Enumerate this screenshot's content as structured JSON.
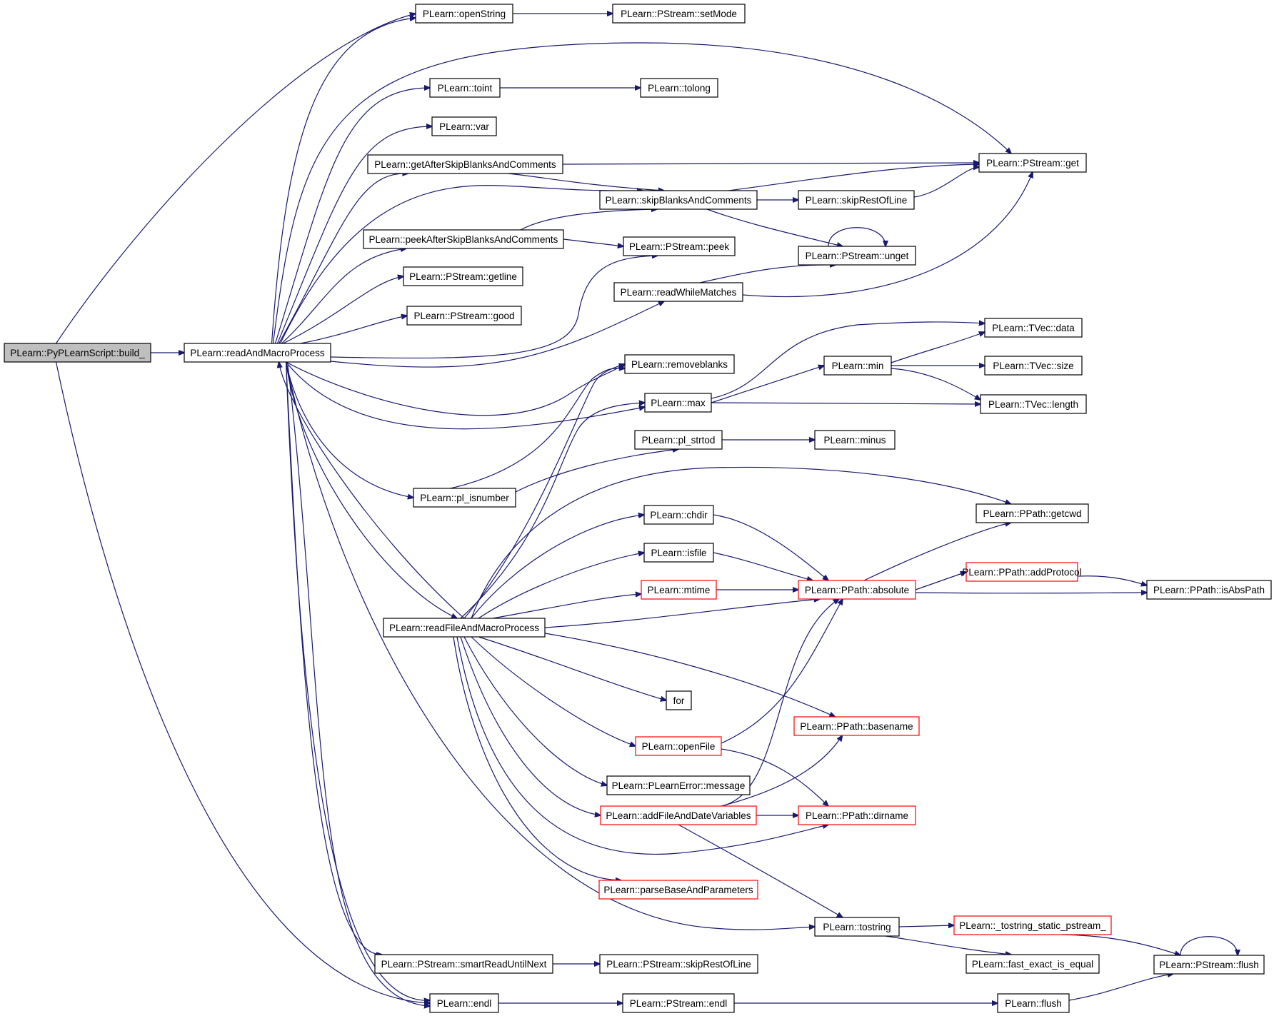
{
  "colors": {
    "edge": "#191970",
    "border": "#000000",
    "highlight_border": "#ff0000",
    "root_fill": "#bfbfbf"
  },
  "nodes": [
    {
      "id": "build",
      "label": "PLearn::PyPLearnScript::build_",
      "root": true
    },
    {
      "id": "rAMP",
      "label": "PLearn::readAndMacroProcess"
    },
    {
      "id": "openString",
      "label": "PLearn::openString"
    },
    {
      "id": "setMode",
      "label": "PLearn::PStream::setMode"
    },
    {
      "id": "toint",
      "label": "PLearn::toint"
    },
    {
      "id": "tolong",
      "label": "PLearn::tolong"
    },
    {
      "id": "var",
      "label": "PLearn::var"
    },
    {
      "id": "getASB",
      "label": "PLearn::getAfterSkipBlanksAndComments"
    },
    {
      "id": "get",
      "label": "PLearn::PStream::get"
    },
    {
      "id": "skipBC",
      "label": "PLearn::skipBlanksAndComments"
    },
    {
      "id": "skipROL",
      "label": "PLearn::skipRestOfLine"
    },
    {
      "id": "peekASB",
      "label": "PLearn::peekAfterSkipBlanksAndComments"
    },
    {
      "id": "peek",
      "label": "PLearn::PStream::peek"
    },
    {
      "id": "unget",
      "label": "PLearn::PStream::unget"
    },
    {
      "id": "getline",
      "label": "PLearn::PStream::getline"
    },
    {
      "id": "readWM",
      "label": "PLearn::readWhileMatches"
    },
    {
      "id": "good",
      "label": "PLearn::PStream::good"
    },
    {
      "id": "tdata",
      "label": "PLearn::TVec::data"
    },
    {
      "id": "removeblanks",
      "label": "PLearn::removeblanks"
    },
    {
      "id": "min",
      "label": "PLearn::min"
    },
    {
      "id": "tsize",
      "label": "PLearn::TVec::size"
    },
    {
      "id": "max",
      "label": "PLearn::max"
    },
    {
      "id": "tlength",
      "label": "PLearn::TVec::length"
    },
    {
      "id": "strtod",
      "label": "PLearn::pl_strtod"
    },
    {
      "id": "minus",
      "label": "PLearn::minus"
    },
    {
      "id": "isnumber",
      "label": "PLearn::pl_isnumber"
    },
    {
      "id": "getcwd",
      "label": "PLearn::PPath::getcwd"
    },
    {
      "id": "chdir",
      "label": "PLearn::chdir"
    },
    {
      "id": "isfile",
      "label": "PLearn::isfile"
    },
    {
      "id": "addProtocol",
      "label": "PLearn::PPath::addProtocol",
      "red": true
    },
    {
      "id": "mtime",
      "label": "PLearn::mtime",
      "red": true
    },
    {
      "id": "absolute",
      "label": "PLearn::PPath::absolute",
      "red": true
    },
    {
      "id": "isAbsPath",
      "label": "PLearn::PPath::isAbsPath"
    },
    {
      "id": "rFAMP",
      "label": "PLearn::readFileAndMacroProcess"
    },
    {
      "id": "for",
      "label": "for"
    },
    {
      "id": "basename",
      "label": "PLearn::PPath::basename",
      "red": true
    },
    {
      "id": "openFile",
      "label": "PLearn::openFile",
      "red": true
    },
    {
      "id": "message",
      "label": "PLearn::PLearnError::message"
    },
    {
      "id": "addFDV",
      "label": "PLearn::addFileAndDateVariables",
      "red": true
    },
    {
      "id": "dirname",
      "label": "PLearn::PPath::dirname",
      "red": true
    },
    {
      "id": "parseBP",
      "label": "PLearn::parseBaseAndParameters",
      "red": true
    },
    {
      "id": "tostring",
      "label": "PLearn::tostring"
    },
    {
      "id": "tsps",
      "label": "PLearn::_tostring_static_pstream_",
      "red": true
    },
    {
      "id": "fastEq",
      "label": "PLearn::fast_exact_is_equal"
    },
    {
      "id": "psflush",
      "label": "PLearn::PStream::flush"
    },
    {
      "id": "smartRUN",
      "label": "PLearn::PStream::smartReadUntilNext"
    },
    {
      "id": "psSkipROL",
      "label": "PLearn::PStream::skipRestOfLine"
    },
    {
      "id": "endl",
      "label": "PLearn::endl"
    },
    {
      "id": "psendl",
      "label": "PLearn::PStream::endl"
    },
    {
      "id": "flush",
      "label": "PLearn::flush"
    }
  ]
}
